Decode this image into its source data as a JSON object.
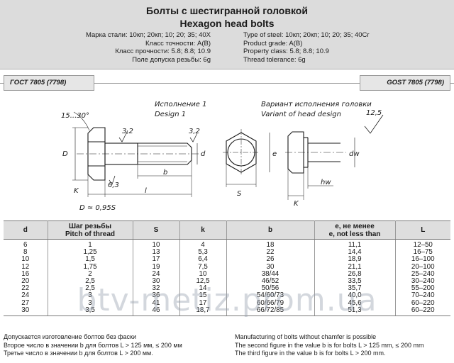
{
  "header": {
    "title_ru": "Болты с шестигранной головкой",
    "title_en": "Hexagon head bolts",
    "props_ru": [
      "Марка стали: 10кп; 20кп; 10; 20; 35; 40Х",
      "Класс точности: A(B)",
      "Класс прочности: 5.8; 8.8; 10.9",
      "Поле допуска резьбы: 6g"
    ],
    "props_en": [
      "Type of steel: 10кп; 20кп; 10; 20; 35; 40Cr",
      "Product grade: A(B)",
      "Property class: 5.8; 8.8; 10.9",
      "Thread tolerance: 6g"
    ]
  },
  "standards": {
    "left": "ГОСТ 7805 (7798)",
    "right": "GOST 7805 (7798)"
  },
  "drawing": {
    "design_ru": "Исполнение 1",
    "design_en": "Design 1",
    "variant_ru": "Вариант исполнения головки",
    "variant_en": "Variant of head design",
    "angle": "15...30°",
    "dim_d_big": "D",
    "dim_d": "d",
    "dim_k": "K",
    "dim_l": "l",
    "dim_b": "b",
    "dim_32a": "3,2",
    "dim_32b": "3,2",
    "dim_63": "6,3",
    "dim_125": "12,5",
    "dim_s": "S",
    "dim_e": "e",
    "dim_dw": "dw",
    "dim_hw": "hw",
    "formula": "D ≈ 0,95S"
  },
  "table": {
    "headers": [
      [
        "d"
      ],
      [
        "Шаг резьбы",
        "Pitch of thread"
      ],
      [
        "S"
      ],
      [
        "k"
      ],
      [
        "b"
      ],
      [
        "e, не менее",
        "e, not less than"
      ],
      [
        "L"
      ]
    ],
    "rows": [
      [
        "6",
        "1",
        "10",
        "4",
        "18",
        "11,1",
        "12–50"
      ],
      [
        "8",
        "1,25",
        "13",
        "5,3",
        "22",
        "14,4",
        "16–75"
      ],
      [
        "10",
        "1,5",
        "17",
        "6,4",
        "26",
        "18,9",
        "16–100"
      ],
      [
        "12",
        "1,75",
        "19",
        "7,5",
        "30",
        "21,1",
        "20–100"
      ],
      [
        "16",
        "2",
        "24",
        "10",
        "38/44",
        "26,8",
        "25–240"
      ],
      [
        "20",
        "2,5",
        "30",
        "12,5",
        "46/52",
        "33,5",
        "30–240"
      ],
      [
        "22",
        "2,5",
        "32",
        "14",
        "50/56",
        "35,7",
        "55–200"
      ],
      [
        "24",
        "3",
        "36",
        "15",
        "54/60/73",
        "40,0",
        "70–240"
      ],
      [
        "27",
        "3",
        "41",
        "17",
        "60/66/79",
        "45,6",
        "60–220"
      ],
      [
        "30",
        "3,5",
        "46",
        "18,7",
        "66/72/85",
        "51,3",
        "60–220"
      ]
    ]
  },
  "notes_ru": [
    "Допускается изготовление болтов без фаски",
    "Второе число в значении b для болтов L > 125 мм, ≤ 200 мм",
    "Третье число в значении b для болтов L > 200 мм."
  ],
  "notes_en": [
    "Manufacturing of bolts without chamfer is possible",
    "The second figure in the value b is for bolts L > 125 mm, ≤ 200 mm",
    "The third figure in the value b is for bolts L > 200 mm."
  ],
  "watermark": "btv-metiz.prom.ua"
}
